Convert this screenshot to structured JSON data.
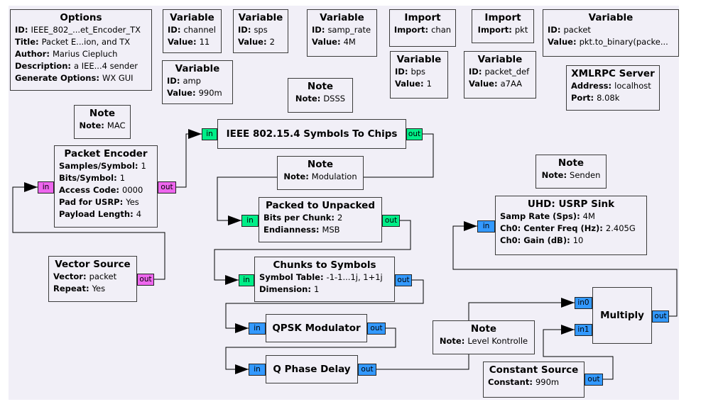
{
  "colors": {
    "canvas": "#f1eff7",
    "port_byte": "#ee66ee",
    "port_complex": "#3399ff",
    "port_float": "#ff8c69",
    "port_char": "#00ee88"
  },
  "blocks": [
    {
      "id": "options",
      "title": "Options",
      "params": [
        {
          "k": "ID",
          "v": "IEEE_802_...et_Encoder_TX"
        },
        {
          "k": "Title",
          "v": "Packet E...ion, and TX"
        },
        {
          "k": "Author",
          "v": "Marius Ciepluch"
        },
        {
          "k": "Description",
          "v": "a IEE...4 sender"
        },
        {
          "k": "Generate Options",
          "v": "WX GUI"
        }
      ]
    },
    {
      "id": "var-channel",
      "title": "Variable",
      "params": [
        {
          "k": "ID",
          "v": "channel"
        },
        {
          "k": "Value",
          "v": "11"
        }
      ]
    },
    {
      "id": "var-sps",
      "title": "Variable",
      "params": [
        {
          "k": "ID",
          "v": "sps"
        },
        {
          "k": "Value",
          "v": "2"
        }
      ]
    },
    {
      "id": "var-samp-rate",
      "title": "Variable",
      "params": [
        {
          "k": "ID",
          "v": "samp_rate"
        },
        {
          "k": "Value",
          "v": "4M"
        }
      ]
    },
    {
      "id": "import-chan",
      "title": "Import",
      "params": [
        {
          "k": "Import",
          "v": "chan"
        }
      ]
    },
    {
      "id": "import-pkt",
      "title": "Import",
      "params": [
        {
          "k": "Import",
          "v": "pkt"
        }
      ]
    },
    {
      "id": "var-packet",
      "title": "Variable",
      "params": [
        {
          "k": "ID",
          "v": "packet"
        },
        {
          "k": "Value",
          "v": "pkt.to_binary(packe..."
        }
      ]
    },
    {
      "id": "var-amp",
      "title": "Variable",
      "params": [
        {
          "k": "ID",
          "v": "amp"
        },
        {
          "k": "Value",
          "v": "990m"
        }
      ]
    },
    {
      "id": "var-bps",
      "title": "Variable",
      "params": [
        {
          "k": "ID",
          "v": "bps"
        },
        {
          "k": "Value",
          "v": "1"
        }
      ]
    },
    {
      "id": "var-packet-def",
      "title": "Variable",
      "params": [
        {
          "k": "ID",
          "v": "packet_def"
        },
        {
          "k": "Value",
          "v": "a7AA"
        }
      ]
    },
    {
      "id": "xmlrpc",
      "title": "XMLRPC Server",
      "params": [
        {
          "k": "Address",
          "v": "localhost"
        },
        {
          "k": "Port",
          "v": "8.08k"
        }
      ]
    },
    {
      "id": "note-dsss",
      "title": "Note",
      "params": [
        {
          "k": "Note",
          "v": "DSSS"
        }
      ]
    },
    {
      "id": "note-mac",
      "title": "Note",
      "params": [
        {
          "k": "Note",
          "v": "MAC"
        }
      ]
    },
    {
      "id": "symbols-to-chips",
      "title": "IEEE 802.15.4 Symbols To Chips",
      "params": []
    },
    {
      "id": "packet-encoder",
      "title": "Packet Encoder",
      "params": [
        {
          "k": "Samples/Symbol",
          "v": "1"
        },
        {
          "k": "Bits/Symbol",
          "v": "1"
        },
        {
          "k": "Access Code",
          "v": "0000"
        },
        {
          "k": "Pad for USRP",
          "v": "Yes"
        },
        {
          "k": "Payload Length",
          "v": "4"
        }
      ]
    },
    {
      "id": "note-modulation",
      "title": "Note",
      "params": [
        {
          "k": "Note",
          "v": "Modulation"
        }
      ]
    },
    {
      "id": "note-senden",
      "title": "Note",
      "params": [
        {
          "k": "Note",
          "v": "Senden"
        }
      ]
    },
    {
      "id": "packed-to-unpacked",
      "title": "Packed to Unpacked",
      "params": [
        {
          "k": "Bits per Chunk",
          "v": "2"
        },
        {
          "k": "Endianness",
          "v": "MSB"
        }
      ]
    },
    {
      "id": "usrp-sink",
      "title": "UHD: USRP Sink",
      "params": [
        {
          "k": "Samp Rate (Sps)",
          "v": "4M"
        },
        {
          "k": "Ch0: Center Freq (Hz)",
          "v": "2.405G"
        },
        {
          "k": "Ch0: Gain (dB)",
          "v": "10"
        }
      ]
    },
    {
      "id": "vector-source",
      "title": "Vector Source",
      "params": [
        {
          "k": "Vector",
          "v": "packet"
        },
        {
          "k": "Repeat",
          "v": "Yes"
        }
      ]
    },
    {
      "id": "chunks-to-symbols",
      "title": "Chunks to Symbols",
      "params": [
        {
          "k": "Symbol Table",
          "v": "-1-1...1j, 1+1j"
        },
        {
          "k": "Dimension",
          "v": "1"
        }
      ]
    },
    {
      "id": "multiply",
      "title": "Multiply",
      "params": []
    },
    {
      "id": "qpsk-modulator",
      "title": "QPSK Modulator",
      "params": []
    },
    {
      "id": "note-level",
      "title": "Note",
      "params": [
        {
          "k": "Note",
          "v": "Level Kontrolle"
        }
      ]
    },
    {
      "id": "q-phase-delay",
      "title": "Q Phase Delay",
      "params": []
    },
    {
      "id": "constant-source",
      "title": "Constant Source",
      "params": [
        {
          "k": "Constant",
          "v": "990m"
        }
      ]
    }
  ],
  "ports": [
    {
      "id": "stc-in",
      "label": "in",
      "type": "char"
    },
    {
      "id": "stc-out",
      "label": "out",
      "type": "char"
    },
    {
      "id": "pe-in",
      "label": "in",
      "type": "byte"
    },
    {
      "id": "pe-out",
      "label": "out",
      "type": "byte"
    },
    {
      "id": "ptu-in",
      "label": "in",
      "type": "char"
    },
    {
      "id": "ptu-out",
      "label": "out",
      "type": "char"
    },
    {
      "id": "usrp-in",
      "label": "in",
      "type": "complex"
    },
    {
      "id": "vs-out",
      "label": "out",
      "type": "byte"
    },
    {
      "id": "cts-in",
      "label": "in",
      "type": "char"
    },
    {
      "id": "cts-out",
      "label": "out",
      "type": "complex"
    },
    {
      "id": "mul-in0",
      "label": "in0",
      "type": "complex"
    },
    {
      "id": "mul-in1",
      "label": "in1",
      "type": "complex"
    },
    {
      "id": "mul-out",
      "label": "out",
      "type": "complex"
    },
    {
      "id": "qpsk-in",
      "label": "in",
      "type": "complex"
    },
    {
      "id": "qpsk-out",
      "label": "out",
      "type": "complex"
    },
    {
      "id": "qpd-in",
      "label": "in",
      "type": "complex"
    },
    {
      "id": "qpd-out",
      "label": "out",
      "type": "complex"
    },
    {
      "id": "cs-out",
      "label": "out",
      "type": "complex"
    }
  ]
}
